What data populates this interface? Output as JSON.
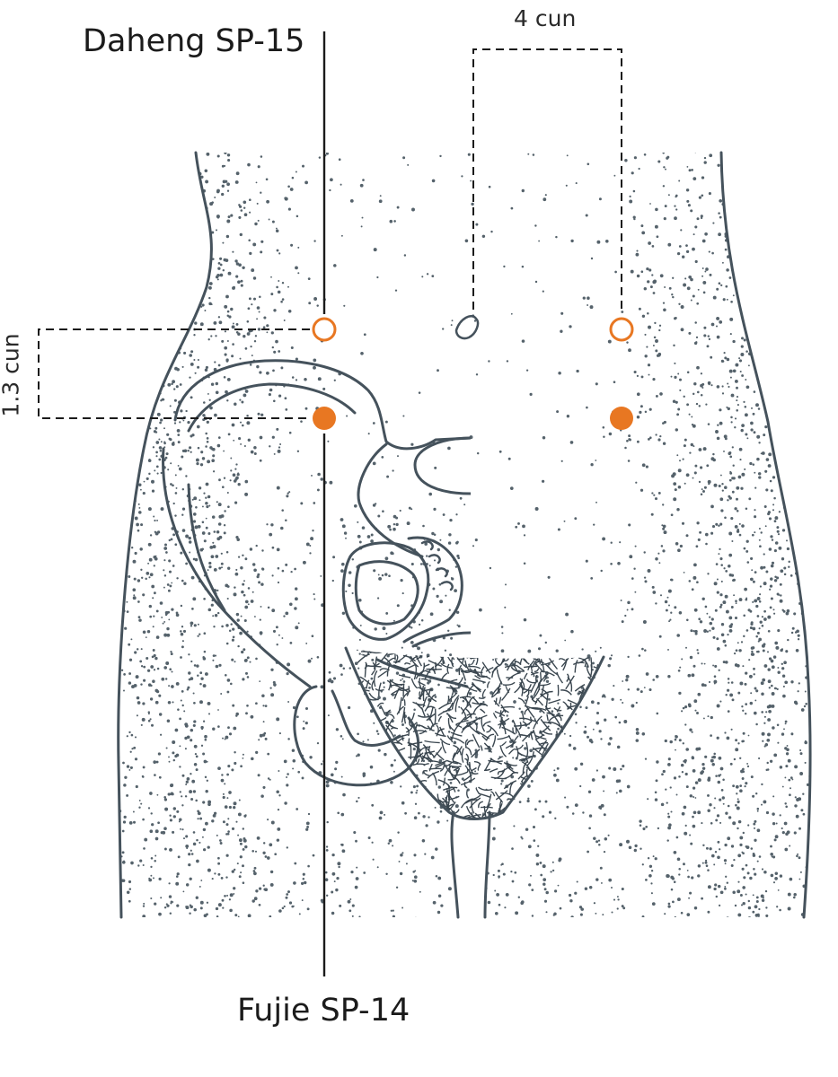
{
  "labels": {
    "top_point": "Daheng SP-15",
    "bottom_point": "Fujie SP-14",
    "horizontal_distance": "4 cun",
    "vertical_distance": "1.3 cun"
  },
  "colors": {
    "accent": "#e87722",
    "outline": "#45525c",
    "stipple": "#55626b",
    "guide": "#1b1b1b"
  },
  "points": [
    {
      "name": "Daheng SP-15",
      "side": "left",
      "style": "hollow"
    },
    {
      "name": "Daheng SP-15",
      "side": "right",
      "style": "hollow"
    },
    {
      "name": "Fujie SP-14",
      "side": "left",
      "style": "filled"
    },
    {
      "name": "Fujie SP-14",
      "side": "right",
      "style": "filled"
    }
  ]
}
